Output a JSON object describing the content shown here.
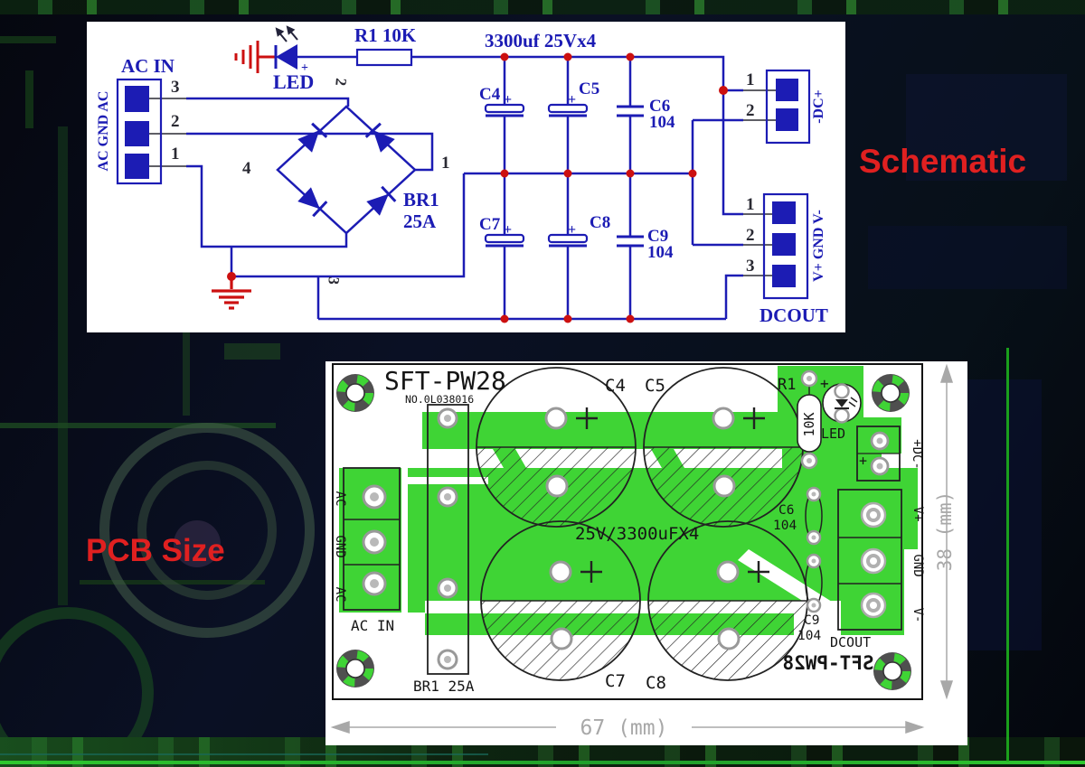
{
  "captions": {
    "schematic": "Schematic",
    "pcb_size": "PCB Size"
  },
  "colors": {
    "schematic_blue": "#1c1cb4",
    "schematic_red": "#cc1010",
    "pcb_green": "#3fd435",
    "caption_red": "#e02020",
    "background": "#060818"
  },
  "schematic": {
    "plus_sign": "+",
    "ac_in": {
      "label": "AC IN",
      "side_label": "AC GND AC",
      "pins": [
        "3",
        "2",
        "1"
      ]
    },
    "led": {
      "label": "LED"
    },
    "resistor": {
      "label": "R1  10K"
    },
    "cap_bank_label": "3300uf 25Vx4",
    "capacitors": [
      {
        "name": "C4"
      },
      {
        "name": "C5"
      },
      {
        "name": "C6",
        "value": "104"
      },
      {
        "name": "C7"
      },
      {
        "name": "C8"
      },
      {
        "name": "C9",
        "value": "104"
      }
    ],
    "bridge": {
      "name": "BR1",
      "rating": "25A",
      "pin_top": "2",
      "pin_left": "4",
      "pin_right": "1",
      "pin_bottom": "3"
    },
    "dc_conn": {
      "side_label": "-DC+",
      "pins": [
        "1",
        "2"
      ]
    },
    "dcout_conn": {
      "side_label": "V+ GND V-",
      "pins": [
        "1",
        "2",
        "3"
      ],
      "label": "DCOUT"
    }
  },
  "pcb": {
    "title": "SFT-PW28",
    "serial": "NO.0L038016",
    "mirrored_title": "SFT-PW28",
    "plus_sign": "+",
    "c4": "C4",
    "c5": "C5",
    "c7": "C7",
    "c8": "C8",
    "caps_value": "25V/3300uFX4",
    "r1": "R1",
    "r1_value": "10K",
    "led": "LED",
    "c6": "C6",
    "c6_value": "104",
    "c9": "C9",
    "c9_value": "104",
    "ac_top": "AC",
    "gnd": "GND",
    "ac_bottom": "AC",
    "ac_in": "AC IN",
    "br1": "BR1 25A",
    "dc_label": "+DC-",
    "v_plus": "V+",
    "out_gnd": "GND",
    "v_minus": "V-",
    "dcout": "DCOUT",
    "dim_width": "67 (mm)",
    "dim_height": "38 (mm)"
  }
}
